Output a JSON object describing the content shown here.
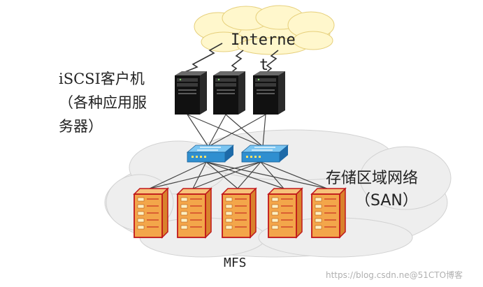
{
  "cloud": {
    "line1": "Interne",
    "line2": "t"
  },
  "clients": {
    "line1": "iSCSI客户机",
    "line2": "（各种应用服",
    "line3": "务器）",
    "icon": "server-tower-icon",
    "count": 3
  },
  "switches": {
    "icon": "network-switch-icon",
    "count": 2
  },
  "san": {
    "line1": "存储区域网络",
    "line2": "（SAN）"
  },
  "storage": {
    "icon": "storage-array-icon",
    "count": 5,
    "label": "MFS"
  },
  "watermark": "https://blog.csdn.ne@51CTO博客",
  "colors": {
    "cloud_fill": "#fff7cc",
    "cloud_stroke": "#e6cf7a",
    "san_cloud_fill": "#eeeeee",
    "san_cloud_stroke": "#d2d2d2",
    "server_body": "#111111",
    "switch_fill": "#2f8fd0",
    "storage_fill": "#f3a64a",
    "storage_stroke": "#c0161a",
    "link": "#444444"
  }
}
